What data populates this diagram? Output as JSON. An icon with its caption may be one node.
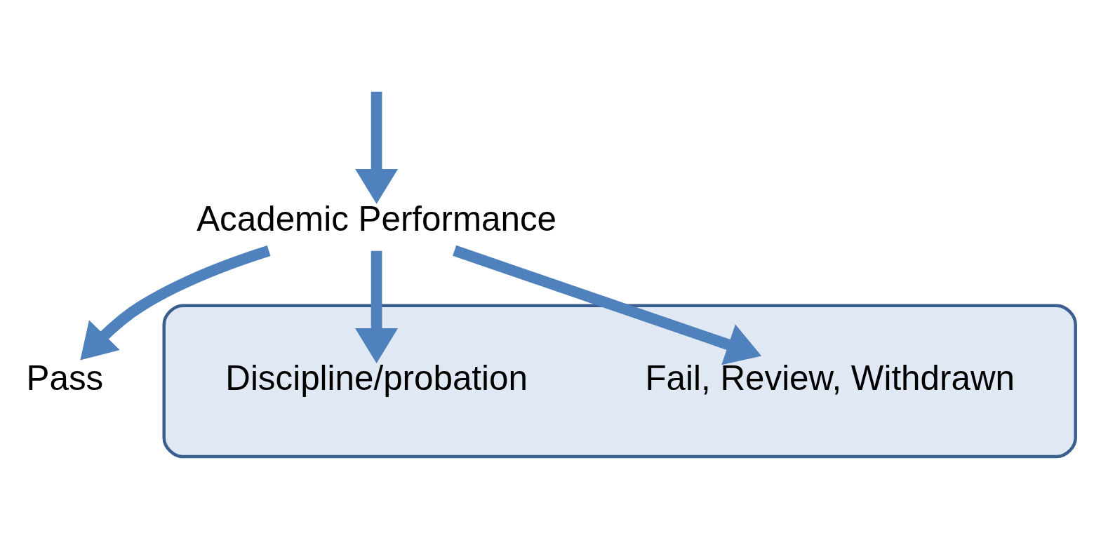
{
  "diagram": {
    "nodes": [
      {
        "text": [
          "Academic Performance"
        ]
      },
      {
        "text": [
          "Pass"
        ]
      },
      {
        "text": [],
        "shape": "ellipse"
      },
      {
        "text": [
          "Fail, Review, Withdrawn"
        ],
        "in": 2
      },
      {
        "text": [
          "Discipline/probation"
        ],
        "in": 2
      }
    ],
    "edges": [
      {
        "from": null,
        "to": 0,
        "arrow": "to"
      },
      {
        "from": 0,
        "to": 1,
        "arrow": "to"
      },
      {
        "from": 0,
        "to": 3,
        "arrow": "to"
      },
      {
        "from": 0,
        "to": 4,
        "arrow": "to"
      }
    ]
  }
}
